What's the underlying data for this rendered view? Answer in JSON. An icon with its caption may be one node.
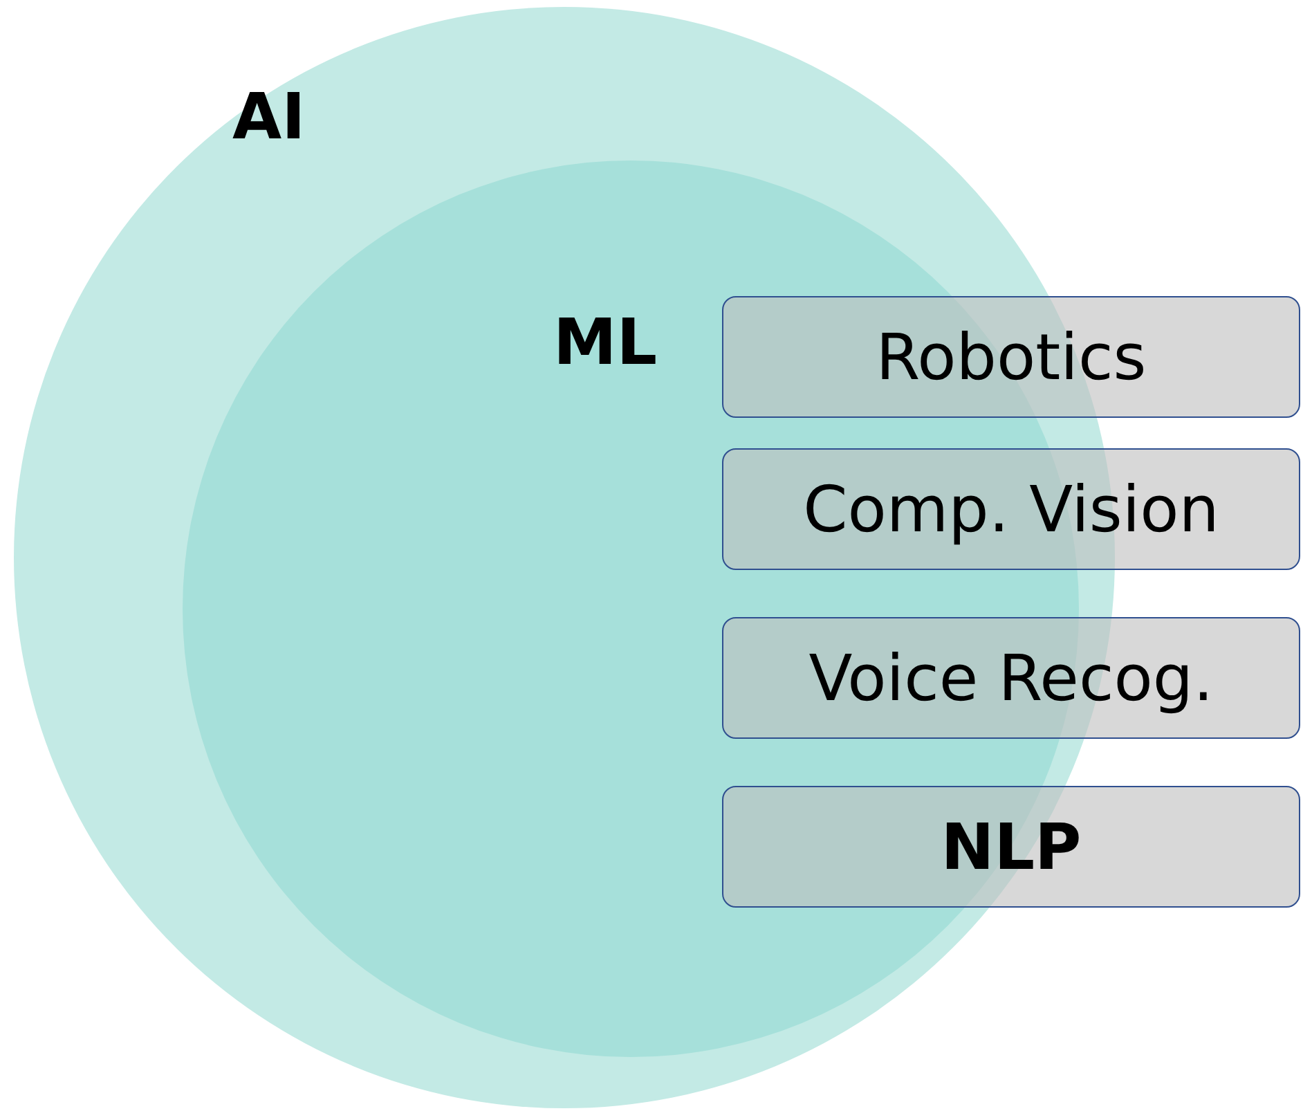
{
  "diagram": {
    "nodes": [
      {
        "text": [
          "AI"
        ]
      },
      {
        "text": [
          "ML"
        ],
        "in": 0
      },
      {
        "text": [
          "Robotics"
        ]
      },
      {
        "text": [
          "Comp. Vision"
        ]
      },
      {
        "text": [
          "Voice Recog."
        ]
      },
      {
        "text": [
          "NLP"
        ]
      }
    ]
  }
}
